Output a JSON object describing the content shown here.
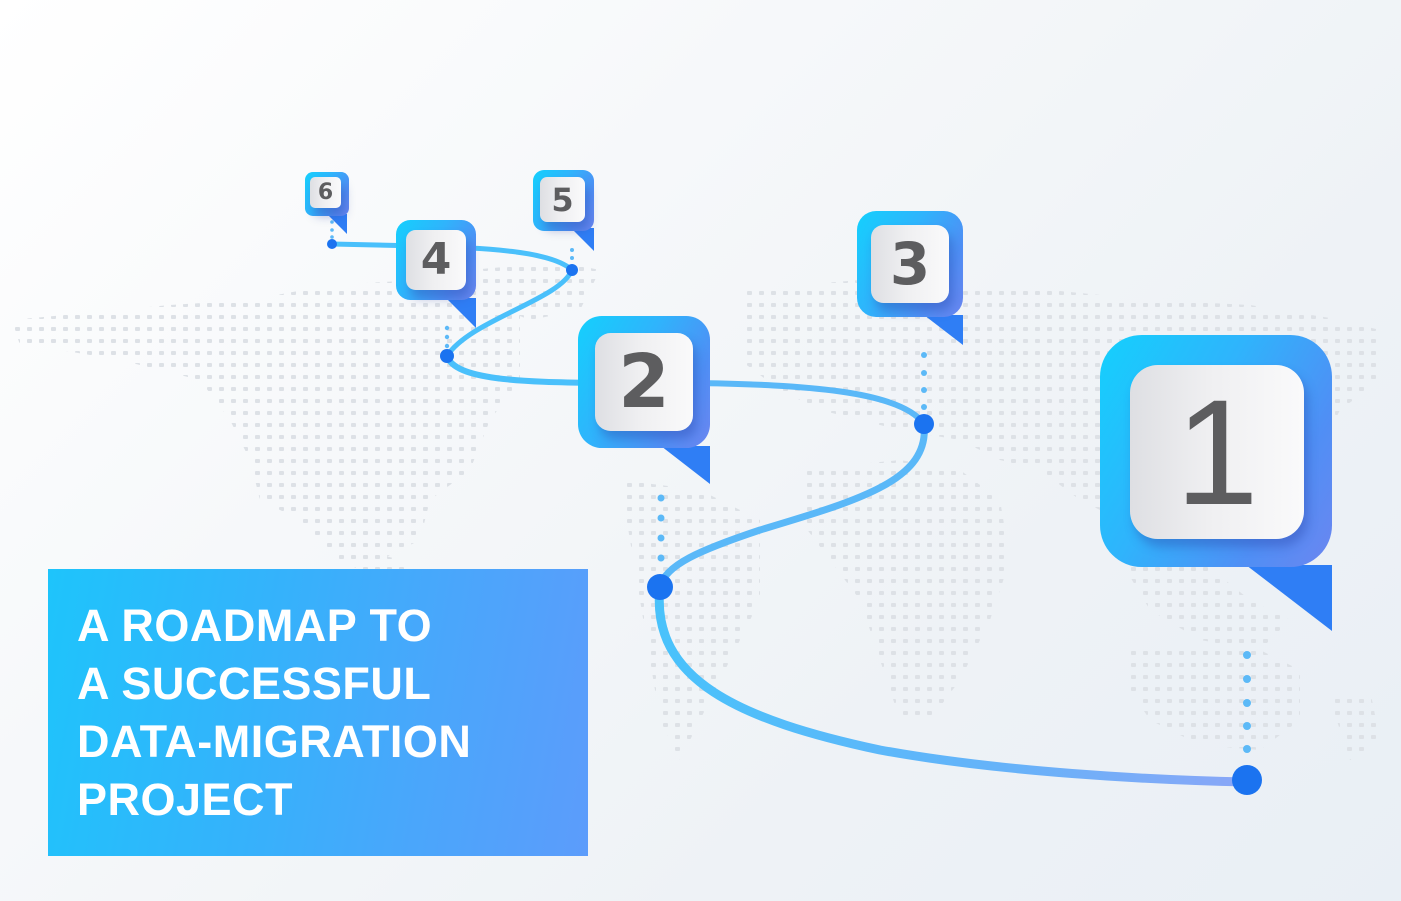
{
  "title": {
    "lines": [
      "A ROADMAP TO",
      "A SUCCESSFUL",
      "DATA-MIGRATION",
      "PROJECT"
    ]
  },
  "colors": {
    "accent_cyan": "#1ec4fb",
    "accent_blue": "#3b82f6",
    "path_blue": "#5ab8f8",
    "node_blue": "#1b73f0",
    "digit_grey": "#5d5d5f",
    "map_dot": "#dde1e6"
  },
  "markers": [
    {
      "label": "1",
      "size": "large"
    },
    {
      "label": "2",
      "size": "medium"
    },
    {
      "label": "3",
      "size": "medium"
    },
    {
      "label": "4",
      "size": "medium"
    },
    {
      "label": "5",
      "size": "small"
    },
    {
      "label": "6",
      "size": "xsmall"
    }
  ],
  "icons": {
    "background": "world-map-dots-icon",
    "marker": "map-pin-marker-icon",
    "route": "route-path-icon"
  }
}
